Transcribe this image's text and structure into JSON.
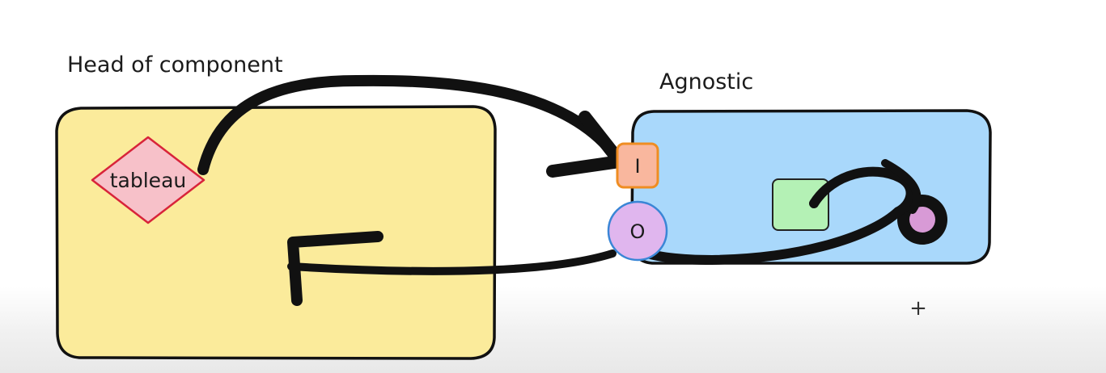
{
  "diagram": {
    "labels": {
      "head_of_component": "Head of component",
      "agnostic": "Agnostic",
      "tableau": "tableau",
      "input_port": "I",
      "output_port": "O",
      "cursor": "+"
    },
    "colors": {
      "yellow_box": "#fbeb9b",
      "blue_box": "#a9d8fb",
      "diamond_fill": "#f7c1c9",
      "diamond_stroke": "#d8243a",
      "input_port_fill": "#f9b79e",
      "input_port_stroke": "#ef8d22",
      "output_port_fill": "#e0b6ee",
      "output_port_stroke": "#3a86d6",
      "green_square": "#b4f1b5",
      "arrow": "#111111"
    }
  }
}
